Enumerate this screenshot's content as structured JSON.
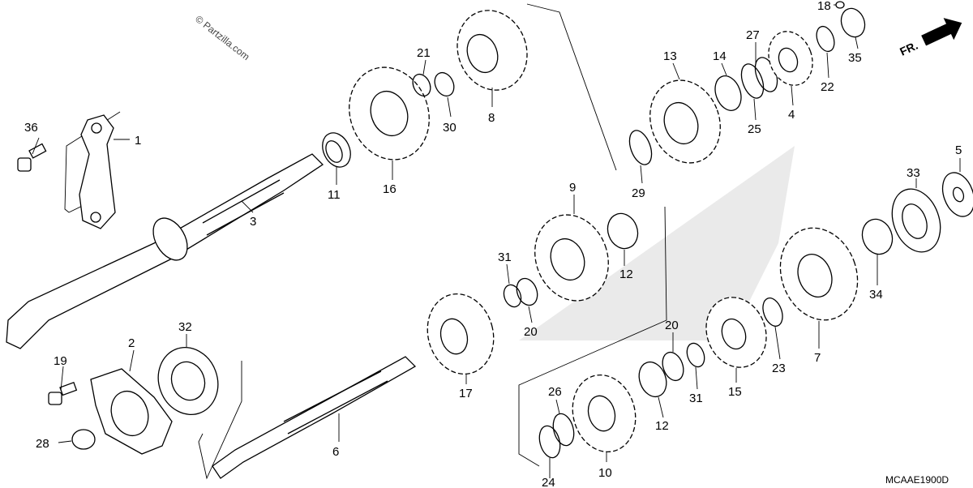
{
  "watermark": "© Partzilla.com",
  "diagram_code": "MCAAE1900D",
  "direction_label": "FR.",
  "callouts": {
    "p1": "1",
    "p2": "2",
    "p3": "3",
    "p4": "4",
    "p5": "5",
    "p6": "6",
    "p7": "7",
    "p8": "8",
    "p9": "9",
    "p10": "10",
    "p11": "11",
    "p12a": "12",
    "p12b": "12",
    "p13": "13",
    "p14": "14",
    "p15": "15",
    "p16": "16",
    "p17": "17",
    "p18": "18",
    "p19": "19",
    "p20a": "20",
    "p20b": "20",
    "p21": "21",
    "p22": "22",
    "p23": "23",
    "p24": "24",
    "p25": "25",
    "p26": "26",
    "p27": "27",
    "p28": "28",
    "p29": "29",
    "p30": "30",
    "p31a": "31",
    "p31b": "31",
    "p32": "32",
    "p33": "33",
    "p34": "34",
    "p35": "35",
    "p36": "36"
  }
}
